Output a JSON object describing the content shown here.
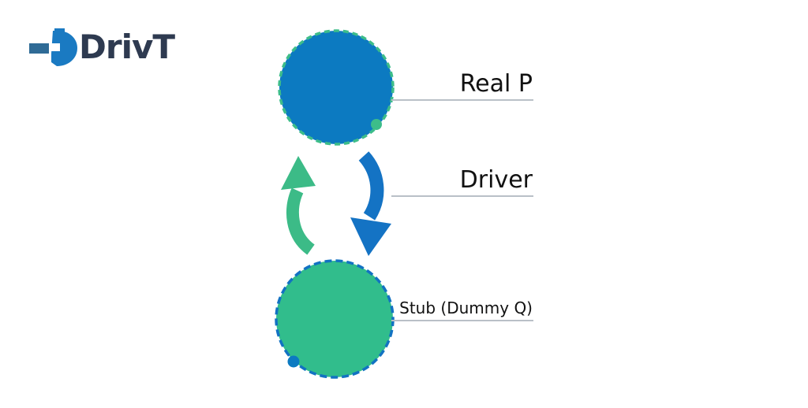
{
  "logo": {
    "text": "DrivT"
  },
  "labels": {
    "top": "Real P",
    "middle": "Driver",
    "bottom": "Stub (Dummy Q)"
  },
  "colors": {
    "node_blue": "#0c7ac1",
    "node_green": "#31bd8c",
    "dash_green": "#3dbd8a",
    "dash_blue": "#1272c2",
    "arrow_green": "#3cbb87",
    "arrow_blue": "#1473c4",
    "dot_green": "#3dbd8a",
    "dot_blue": "#0c7ac1",
    "leader_line": "#b9c0c7",
    "logo_text_color": "#2e3a50",
    "logo_blue": "#1a7ac2",
    "logo_dark_blue": "#2f6b96"
  }
}
